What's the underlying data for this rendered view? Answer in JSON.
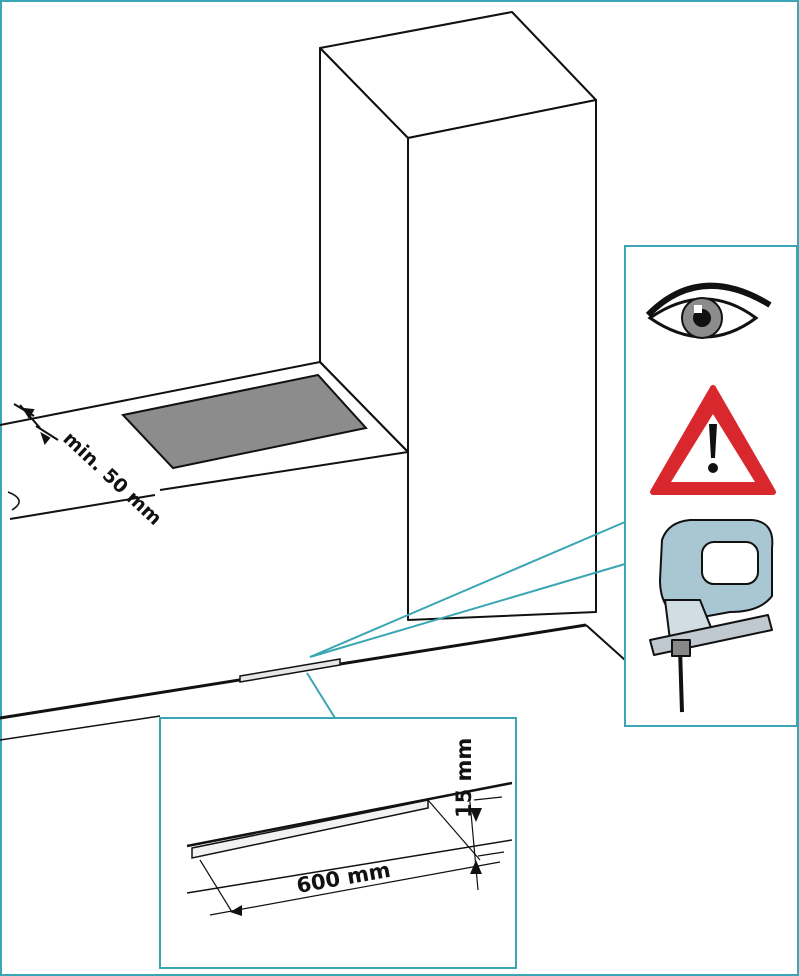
{
  "labels": {
    "min_distance": "min. 50 mm",
    "vent_height": "15 mm",
    "vent_width": "600 mm"
  },
  "icons": {
    "inspect": "eye-icon",
    "warning": "warning-triangle-icon",
    "tool": "jigsaw-icon"
  },
  "colors": {
    "accent_frame": "#3aa6b3",
    "warning_red": "#d9272e",
    "tool_body": "#a9c7d3",
    "hob_fill": "#8c8c8c"
  }
}
